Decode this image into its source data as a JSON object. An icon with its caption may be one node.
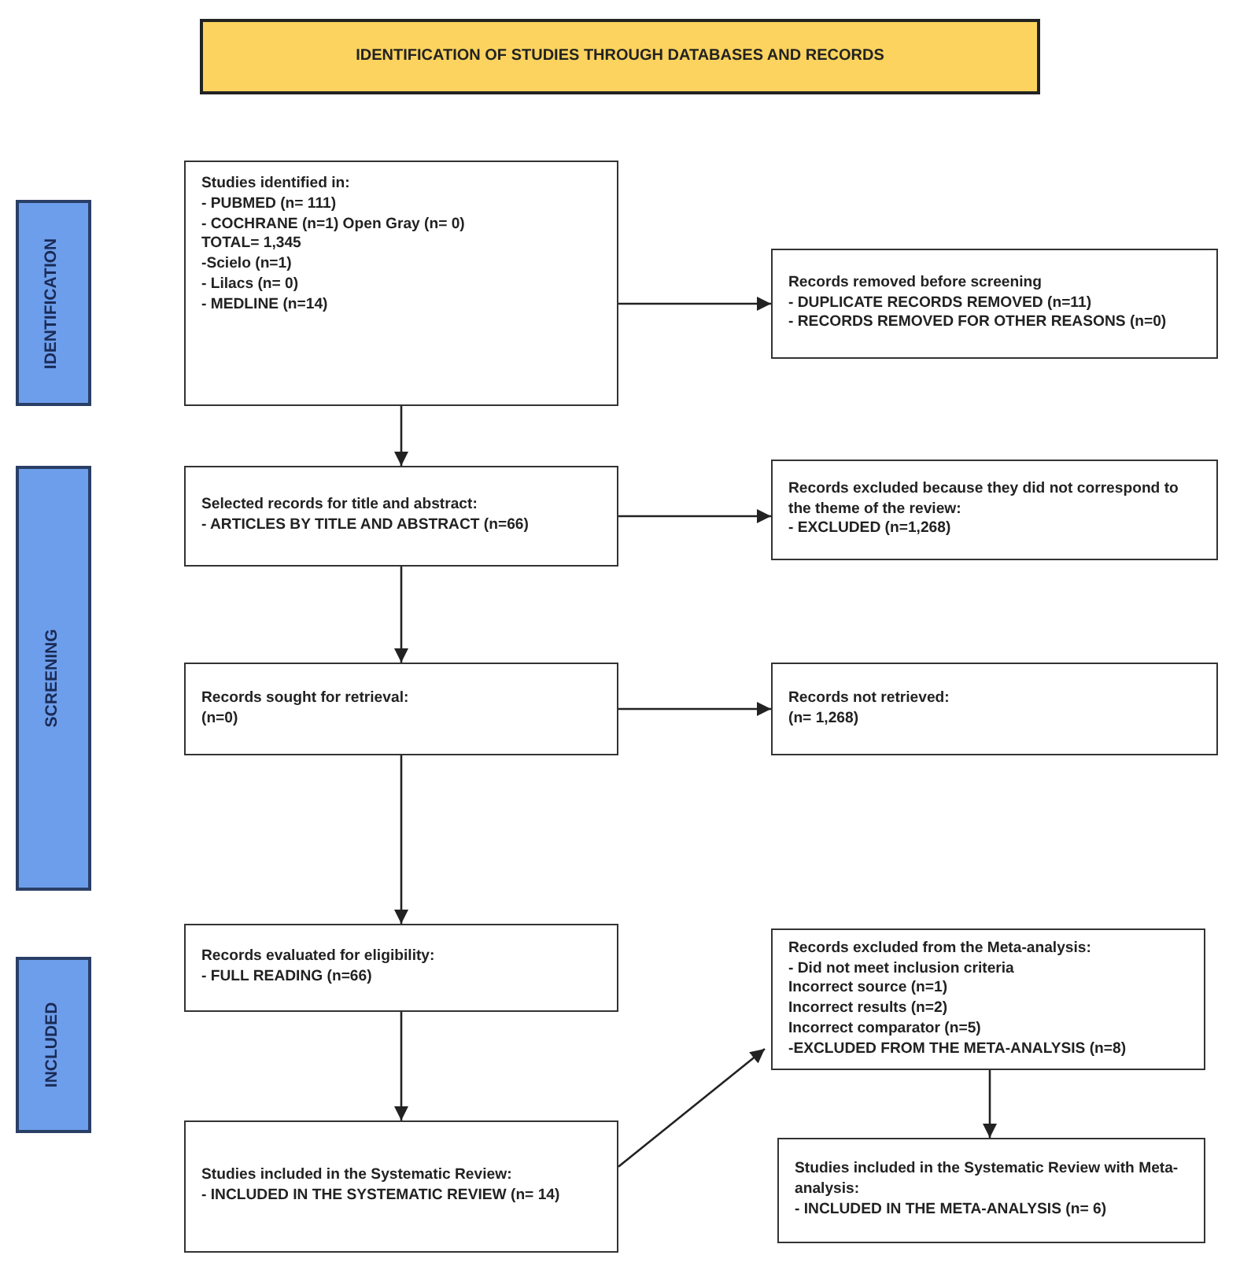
{
  "diagram": {
    "nodes": [
      {
        "text": [
          "IDENTIFICATION OF STUDIES THROUGH DATABASES AND RECORDS"
        ]
      },
      {
        "text": [
          "IDENTIFICATION"
        ]
      },
      {
        "text": [
          "Studies identified in:",
          "- PUBMED (n= 111)",
          "- COCHRANE (n=1) Open Gray (n= 0)",
          "TOTAL= 1,345",
          "-Scielo (n=1)",
          "- Lilacs (n= 0)",
          "- MEDLINE (n=14)"
        ]
      },
      {
        "text": [
          "Records removed before screening",
          "- DUPLICATE RECORDS REMOVED (n=11)",
          "- RECORDS REMOVED FOR OTHER REASONS (n=0)"
        ]
      },
      {
        "text": [
          "SCREENING"
        ]
      },
      {
        "text": [
          "Selected records for title and abstract:",
          "- ARTICLES BY TITLE AND ABSTRACT (n=66)"
        ]
      },
      {
        "text": [
          "Records excluded because they did not correspond to the theme of the review:",
          "- EXCLUDED (n=1,268)"
        ]
      },
      {
        "text": [
          "Records sought for retrieval:",
          "(n=0)"
        ]
      },
      {
        "text": [
          "Records not retrieved:",
          "(n= 1,268)"
        ]
      },
      {
        "text": [
          "Records evaluated for eligibility:",
          "- FULL READING (n=66)"
        ]
      },
      {
        "text": [
          "Records excluded from the Meta-analysis:",
          "- Did not meet inclusion criteria",
          "Incorrect source (n=1)",
          "Incorrect results (n=2)",
          "Incorrect comparator (n=5)",
          "-EXCLUDED FROM THE META-ANALYSIS (n=8)"
        ]
      },
      {
        "text": [
          "INCLUDED"
        ]
      },
      {
        "text": [
          "Studies included in the Systematic Review:",
          "- INCLUDED IN THE SYSTEMATIC REVIEW (n= 14)"
        ]
      },
      {
        "text": [
          "Studies included in the Systematic Review with Meta-analysis:",
          "- INCLUDED IN THE META-ANALYSIS (n= 6)"
        ]
      }
    ],
    "edges": [
      {
        "from": 2,
        "to": 3,
        "arrow": "to"
      },
      {
        "from": 2,
        "to": 5,
        "arrow": "to"
      },
      {
        "from": 5,
        "to": 6,
        "arrow": "to"
      },
      {
        "from": 5,
        "to": 7,
        "arrow": "to"
      },
      {
        "from": 7,
        "to": 8,
        "arrow": "to"
      },
      {
        "from": 7,
        "to": 9,
        "arrow": "to"
      },
      {
        "from": 9,
        "to": 12,
        "arrow": "to"
      },
      {
        "from": 12,
        "to": 10,
        "arrow": "to"
      },
      {
        "from": 10,
        "to": 13,
        "arrow": "to"
      }
    ]
  }
}
